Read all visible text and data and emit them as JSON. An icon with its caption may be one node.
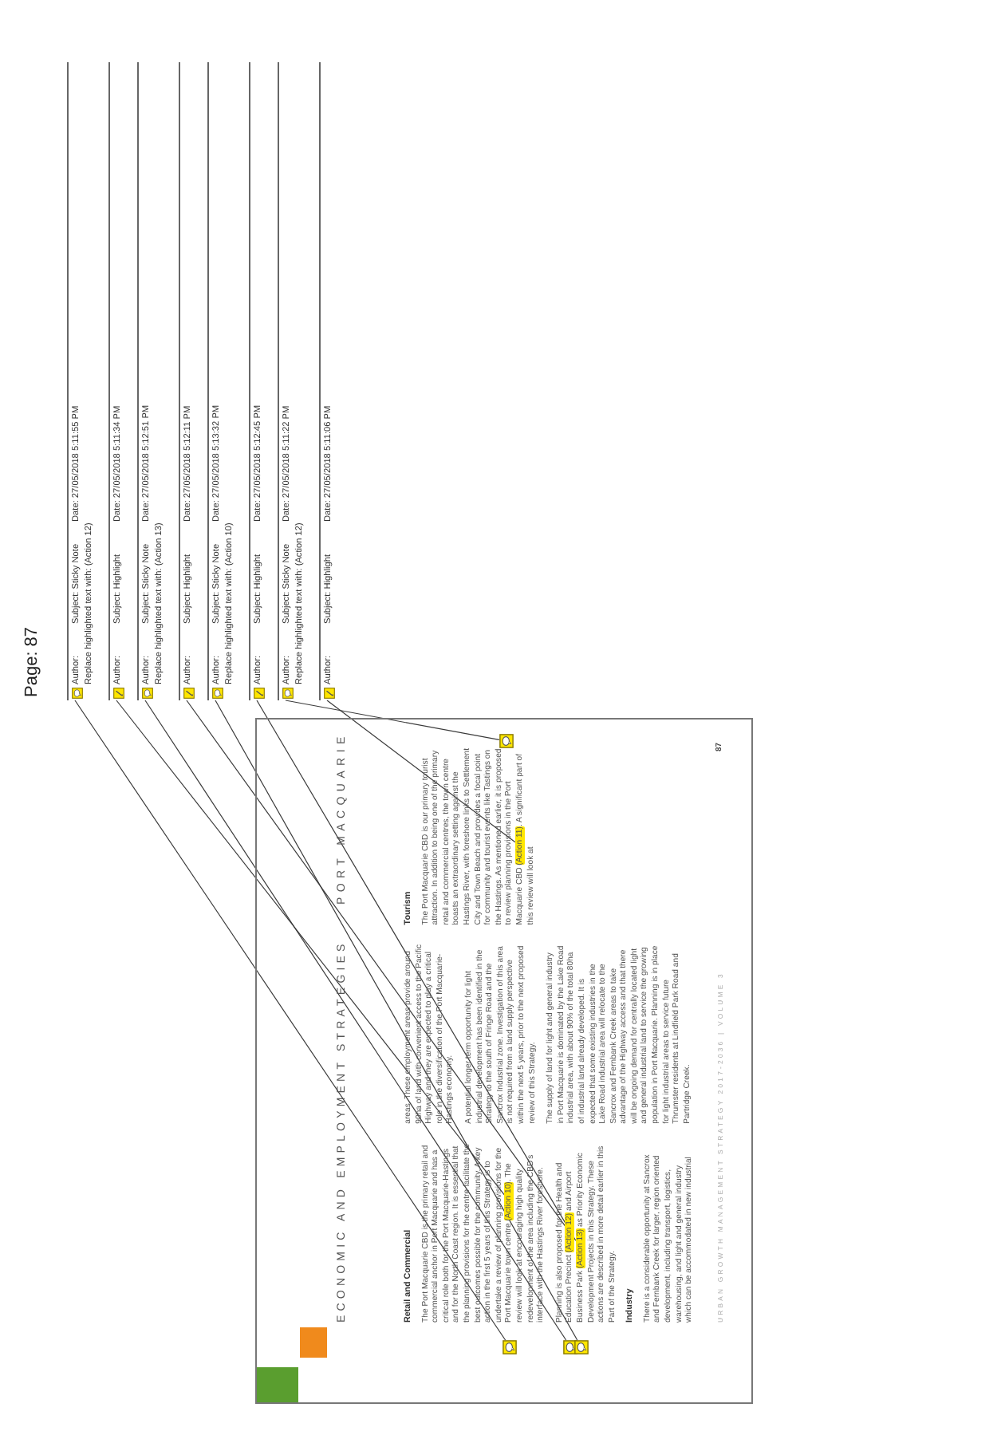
{
  "diagram": {
    "title": "Page: 87",
    "nodes": [
      {
        "text": [
          "Author:",
          "Subject: Sticky Note",
          "Date: 27/05/2018 5:11:55 PM",
          "Replace highlighted text with: (Action 12)"
        ]
      },
      {
        "text": [
          "Author:",
          "Subject: Highlight",
          "Date: 27/05/2018 5:11:34 PM"
        ]
      },
      {
        "text": [
          "Author:",
          "Subject: Sticky Note",
          "Date: 27/05/2018 5:12:51 PM",
          "Replace highlighted text with: (Action 13)"
        ]
      },
      {
        "text": [
          "Author:",
          "Subject: Highlight",
          "Date: 27/05/2018 5:12:11 PM"
        ]
      },
      {
        "text": [
          "Author:",
          "Subject: Sticky Note",
          "Date: 27/05/2018 5:13:32 PM",
          "Replace highlighted text with: (Action 10)"
        ]
      },
      {
        "text": [
          "Author:",
          "Subject: Highlight",
          "Date: 27/05/2018 5:12:45 PM"
        ]
      },
      {
        "text": [
          "Author:",
          "Subject: Sticky Note",
          "Date: 27/05/2018 5:11:22 PM",
          "Replace highlighted text with: (Action 12)"
        ]
      },
      {
        "text": [
          "Author:",
          "Subject: Highlight",
          "Date: 27/05/2018 5:11:06 PM"
        ]
      },
      {
        "text": [
          "ECONOMIC AND EMPLOYMENT STRATEGIES",
          "PORT MACQUARIE",
          "URBAN GROWTH MANAGEMENT STRATEGY 2017-2036 | VOLUME 3",
          "87"
        ]
      },
      {
        "text": [],
        "shape": "picture",
        "in": 8
      },
      {
        "text": [
          "(Action 10)"
        ],
        "in": 8
      },
      {
        "text": [],
        "shape": "picture",
        "in": 8
      },
      {
        "text": [
          "(Action 12)"
        ],
        "in": 8
      },
      {
        "text": [],
        "shape": "picture",
        "in": 8
      },
      {
        "text": [
          "(Action 13)"
        ],
        "in": 8
      },
      {
        "text": [
          "(Action 11)"
        ],
        "in": 8
      },
      {
        "text": [],
        "shape": "picture",
        "in": 8
      }
    ],
    "edges": [
      {
        "from": 0,
        "to": 9,
        "arrow": "none"
      },
      {
        "from": 1,
        "to": 10,
        "arrow": "none"
      },
      {
        "from": 2,
        "to": 11,
        "arrow": "none"
      },
      {
        "from": 3,
        "to": 12,
        "arrow": "none"
      },
      {
        "from": 4,
        "to": 13,
        "arrow": "none"
      },
      {
        "from": 5,
        "to": 14,
        "arrow": "none"
      },
      {
        "from": 6,
        "to": 16,
        "arrow": "none"
      },
      {
        "from": 7,
        "to": 15,
        "arrow": "none"
      }
    ],
    "labels": [
      "Retail and Commercial",
      "The Port Macquarie CBD is the primary retail and commercial anchor in Port Macquarie and has a critical role both for the Port Macquarie-Hastings and for the North Coast region. It is essential that the planning provisions for the centre facilitate the best outcomes possible for the community. A key action in the first 5 years of this Strategy is to undertake a review of planning provisions for the Port Macquarie town centre",
      ". The review will look at encouraging high quality redevelopment of the area including the CBD's interface with the Hastings River foreshore.",
      "Planning is also proposed for the Health and Education Precinct",
      "and Airport Business Park",
      "as Priority Economic Development Projects in this Strategy. These actions are described in more detail earlier in this Part of the Strategy.",
      "Industry",
      "There is a considerable opportunity at Sancrox and Fernbank Creek for larger, region oriented development, including transport, logistics, warehousing, and light and general industry which can be accommodated in new industrial areas. These employment areas provide around 90ha of land with convenient access to the Pacific Highway and they are expected to play a critical role in the diversification of the Port Macquarie-Hastings economy.",
      "A potential longer term opportunity for light industrial development has been identified in the Strategy to the south of Fringe Road and the Sancrox Industrial zone. Investigation of this area is not required from a land supply perspective within the next 5 years, prior to the next proposed review of this Strategy.",
      "The supply of land for light and general industry in Port Macquarie is dominated by the Lake Road industrial area, with about 90% of the total 80ha of industrial land already developed. It is expected that some existing industries in the Lake Road industrial area will relocate to the Sancrox and Fernbank Creek areas to take advantage of the Highway access and that there will be ongoing demand for centrally located light and general industrial land to service the growing population in Port Macquarie. Planning is in place for light industrial areas to service future Thrumster residents at Lindfield Park Road and Partridge Creek.",
      "Tourism",
      "The Port Macquarie CBD is our primary tourist attraction. In addition to being one of the primary retail and commercial centres, the town centre boasts an extraordinary setting against the Hastings River, with foreshore links to Settlement City and Town Beach and provides a focal point for community and tourist events like Tastings on the Hastings. As mentioned earlier, it is proposed to review planning provisions in the Port Macquarie CBD",
      ". A significant part of this review will look at"
    ]
  }
}
